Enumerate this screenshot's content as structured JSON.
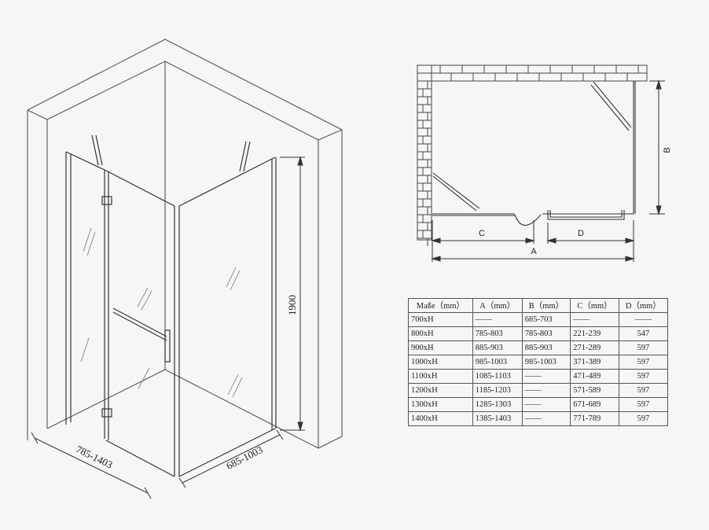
{
  "iso_labels": {
    "height": "1900",
    "width": "785-1403",
    "depth": "685-1003"
  },
  "plan_labels": {
    "a": "A",
    "b": "B",
    "c": "C",
    "d": "D"
  },
  "table": {
    "headers": [
      "Maße（mm）",
      "A（mm）",
      "B（mm）",
      "C（mm）",
      "D（mm）"
    ],
    "rows": [
      [
        "700xH",
        "——",
        "685-703",
        "——",
        "——"
      ],
      [
        "800xH",
        "785-803",
        "785-803",
        "221-239",
        "547"
      ],
      [
        "900xH",
        "885-903",
        "885-903",
        "271-289",
        "597"
      ],
      [
        "1000xH",
        "985-1003",
        "985-1003",
        "371-389",
        "597"
      ],
      [
        "1100xH",
        "1085-1103",
        "——",
        "471-489",
        "597"
      ],
      [
        "1200xH",
        "1185-1203",
        "——",
        "571-589",
        "597"
      ],
      [
        "1300xH",
        "1285-1303",
        "——",
        "671-689",
        "597"
      ],
      [
        "1400xH",
        "1385-1403",
        "——",
        "771-789",
        "597"
      ]
    ]
  },
  "colors": {
    "line": "#333333",
    "background": "#f6f6f6"
  }
}
